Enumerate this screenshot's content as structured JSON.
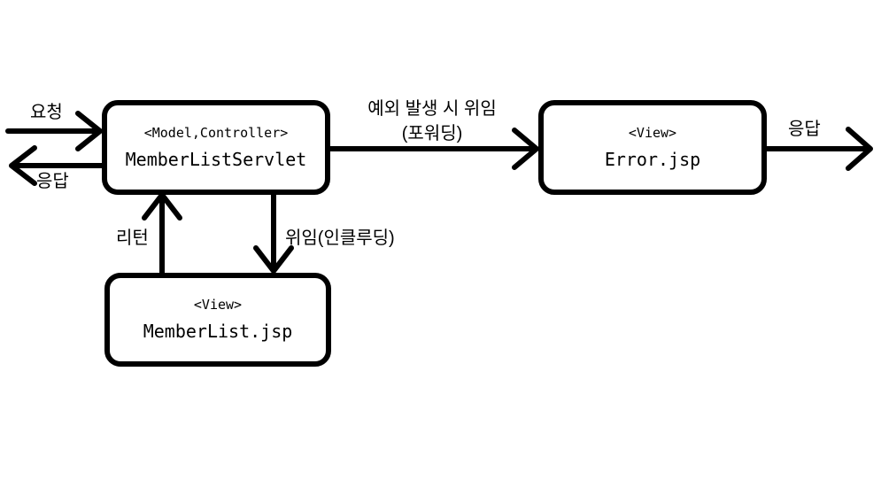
{
  "diagram": {
    "background_color": "#ffffff",
    "line_color": "#000000",
    "boxes": {
      "servlet": {
        "stereotype": "<Model,Controller>",
        "name": "MemberListServlet"
      },
      "error": {
        "stereotype": "<View>",
        "name": "Error.jsp"
      },
      "memberlist": {
        "stereotype": "<View>",
        "name": "MemberList.jsp"
      }
    },
    "labels": {
      "request": "요청",
      "response_left": "응답",
      "forward_line1": "예외 발생 시 위임",
      "forward_line2": "(포워딩)",
      "return": "리턴",
      "include": "위임(인클루딩)",
      "response_right": "응답"
    }
  }
}
